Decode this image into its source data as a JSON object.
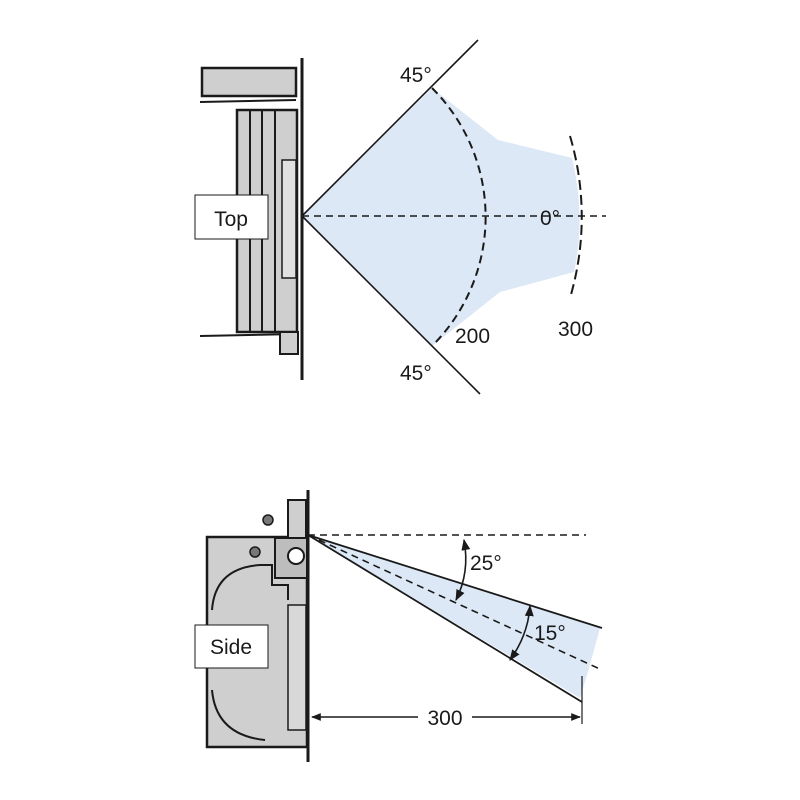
{
  "top_view": {
    "label": "Top",
    "angle_upper": "45°",
    "angle_lower": "45°",
    "angle_center": "0°",
    "distance_near": "200",
    "distance_far": "300"
  },
  "side_view": {
    "label": "Side",
    "angle_tilt": "25°",
    "angle_spread": "15°",
    "distance": "300"
  },
  "colors": {
    "beam": "#dce8f6",
    "device": "#cfcfcf",
    "line": "#1a1a1a"
  }
}
